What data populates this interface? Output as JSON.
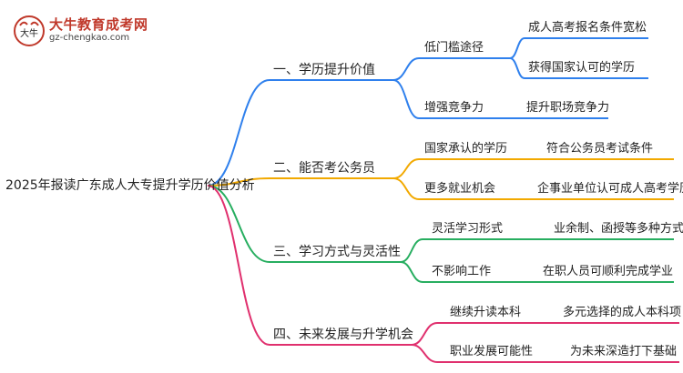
{
  "logo": {
    "title": "大牛教育成考网",
    "url": "gz-chengkao.com",
    "mark_text": "大牛"
  },
  "colors": {
    "branch1": "#2f80ed",
    "branch2": "#f2a900",
    "branch3": "#27ae60",
    "branch4": "#e0306e"
  },
  "mindmap": {
    "root": "2025年报读广东成人大专提升学历价值分析",
    "branches": [
      {
        "label": "一、学历提升价值",
        "children": [
          {
            "label": "低门槛途径",
            "children": [
              "成人高考报名条件宽松",
              "获得国家认可的学历"
            ]
          },
          {
            "label": "增强竞争力",
            "children": [
              "提升职场竞争力"
            ]
          }
        ]
      },
      {
        "label": "二、能否考公务员",
        "children": [
          {
            "label": "国家承认的学历",
            "children": [
              "符合公务员考试条件"
            ]
          },
          {
            "label": "更多就业机会",
            "children": [
              "企事业单位认可成人高考学历"
            ]
          }
        ]
      },
      {
        "label": "三、学习方式与灵活性",
        "children": [
          {
            "label": "灵活学习形式",
            "children": [
              "业余制、函授等多种方式"
            ]
          },
          {
            "label": "不影响工作",
            "children": [
              "在职人员可顺利完成学业"
            ]
          }
        ]
      },
      {
        "label": "四、未来发展与升学机会",
        "children": [
          {
            "label": "继续升读本科",
            "children": [
              "多元选择的成人本科项目"
            ]
          },
          {
            "label": "职业发展可能性",
            "children": [
              "为未来深造打下基础"
            ]
          }
        ]
      }
    ]
  }
}
